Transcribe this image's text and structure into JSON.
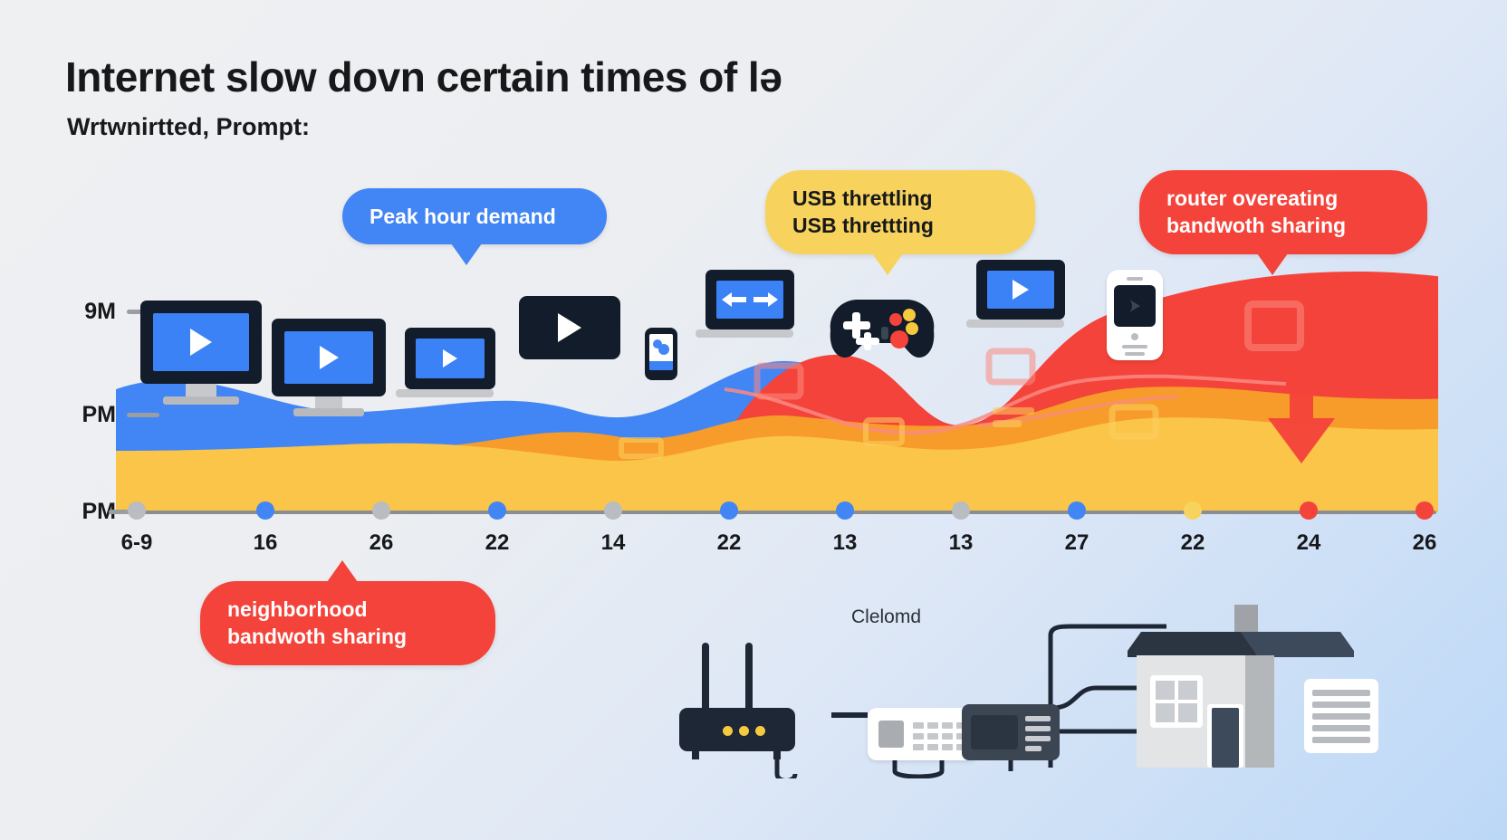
{
  "header": {
    "title": "Internet slow dovn certain times of lə",
    "subtitle": "Wrtwnirtted, Prompt:"
  },
  "callouts": [
    {
      "id": "peak-hour",
      "text": "Peak hour demand",
      "color": "#4285f4",
      "style": "blue"
    },
    {
      "id": "usb-throttling",
      "line1": "USB threttling",
      "line2": "USB threttting",
      "color": "#f7d35e",
      "style": "yellow"
    },
    {
      "id": "router-overheating",
      "line1": "router overeating",
      "line2": "bandwoth sharing",
      "color": "#f4433a",
      "style": "red"
    },
    {
      "id": "neighborhood-sharing",
      "line1": "neighborhood",
      "line2": "bandwoth sharing",
      "color": "#f4433a",
      "style": "red"
    }
  ],
  "chart_data": {
    "type": "area",
    "title": "Internet slow dovn certain times of lə",
    "xlabel": "",
    "ylabel": "",
    "grid": false,
    "legend": "none",
    "categories": [
      "6-9",
      "16",
      "26",
      "22",
      "14",
      "22",
      "13",
      "13",
      "27",
      "22",
      "24",
      "26"
    ],
    "y_ticks": [
      "9M",
      "PM",
      "PM"
    ],
    "series": [
      {
        "name": "blue-band",
        "color": "#4285f4",
        "values": [
          58,
          62,
          48,
          44,
          52,
          58,
          64,
          52,
          0,
          0,
          0,
          0
        ]
      },
      {
        "name": "red-band",
        "color": "#f4433a",
        "values": [
          0,
          0,
          0,
          0,
          0,
          0,
          30,
          70,
          78,
          62,
          74,
          80
        ]
      },
      {
        "name": "orange-band",
        "color": "#f79c2a",
        "values": [
          0,
          0,
          22,
          30,
          34,
          38,
          44,
          40,
          46,
          40,
          52,
          58
        ]
      },
      {
        "name": "yellow-band",
        "color": "#fbc54a",
        "values": [
          18,
          20,
          24,
          26,
          28,
          30,
          34,
          32,
          34,
          32,
          38,
          42
        ]
      }
    ],
    "point_colors": [
      "#b9bcc0",
      "#4285f4",
      "#b9bcc0",
      "#4285f4",
      "#b9bcc0",
      "#4285f4",
      "#4285f4",
      "#b9bcc0",
      "#4285f4",
      "#f7d35e",
      "#f4433a",
      "#f4433a"
    ]
  },
  "network": {
    "cloud_label": "Clelomd",
    "nodes": [
      "router",
      "switch",
      "modem",
      "house",
      "document"
    ]
  },
  "devices": [
    {
      "name": "desktop-monitor-play",
      "screen": "blue",
      "glyph": "play"
    },
    {
      "name": "desktop-monitor-play-2",
      "screen": "blue",
      "glyph": "play"
    },
    {
      "name": "laptop-play",
      "screen": "blue",
      "glyph": "play"
    },
    {
      "name": "tablet-play-dark",
      "screen": "dark",
      "glyph": "play"
    },
    {
      "name": "smartphone-media",
      "screen": "white",
      "glyph": "media"
    },
    {
      "name": "laptop-transfer",
      "screen": "blue",
      "glyph": "arrows"
    },
    {
      "name": "game-controller",
      "screen": "none",
      "glyph": "gamepad"
    },
    {
      "name": "laptop-play-2",
      "screen": "blue",
      "glyph": "play"
    },
    {
      "name": "smartphone-white",
      "screen": "dark",
      "glyph": "cursor"
    }
  ],
  "palette": {
    "blue": "#4285f4",
    "red": "#f4433a",
    "yellow": "#fbc54a",
    "orange": "#f79c2a",
    "dark": "#121c2b",
    "gray": "#b9bcc0"
  }
}
